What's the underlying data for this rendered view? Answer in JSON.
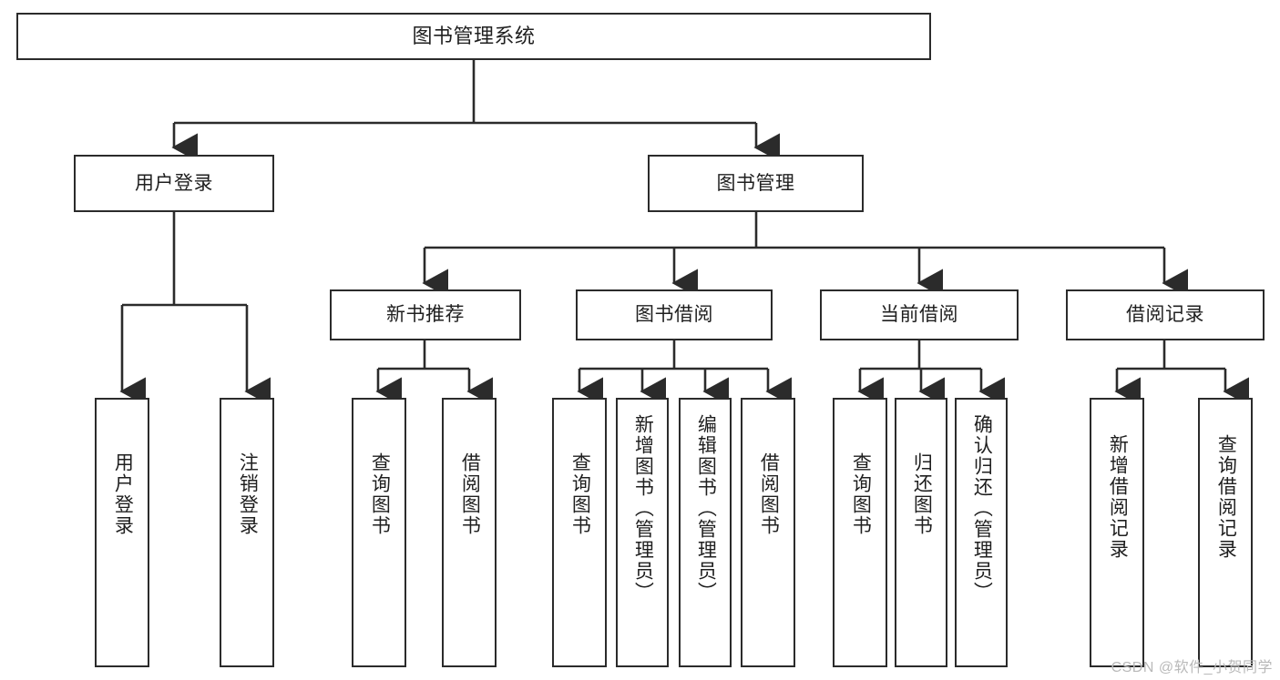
{
  "diagram": {
    "title": "图书管理系统",
    "type": "tree",
    "watermark": "CSDN @软件_小贺同学",
    "colors": {
      "box_border": "#2b2b2b",
      "box_fill": "#ffffff",
      "edge": "#2b2b2b",
      "text": "#1f1f1f",
      "watermark": "#b9b9b9",
      "background": "#ffffff"
    },
    "root": {
      "label": "图书管理系统"
    },
    "level2": [
      {
        "label": "用户登录"
      },
      {
        "label": "图书管理"
      }
    ],
    "level3": [
      {
        "label": "新书推荐"
      },
      {
        "label": "图书借阅"
      },
      {
        "label": "当前借阅"
      },
      {
        "label": "借阅记录"
      }
    ],
    "leaves_user_login": [
      {
        "label": "用户登录"
      },
      {
        "label": "注销登录"
      }
    ],
    "leaves_new_book": [
      {
        "label": "查询图书"
      },
      {
        "label": "借阅图书"
      }
    ],
    "leaves_borrow": [
      {
        "label": "查询图书"
      },
      {
        "label": "新增图书（管理员）"
      },
      {
        "label": "编辑图书（管理员）"
      },
      {
        "label": "借阅图书"
      }
    ],
    "leaves_current": [
      {
        "label": "查询图书"
      },
      {
        "label": "归还图书"
      },
      {
        "label": "确认归还（管理员）"
      }
    ],
    "leaves_record": [
      {
        "label": "新增借阅记录"
      },
      {
        "label": "查询借阅记录"
      }
    ]
  }
}
